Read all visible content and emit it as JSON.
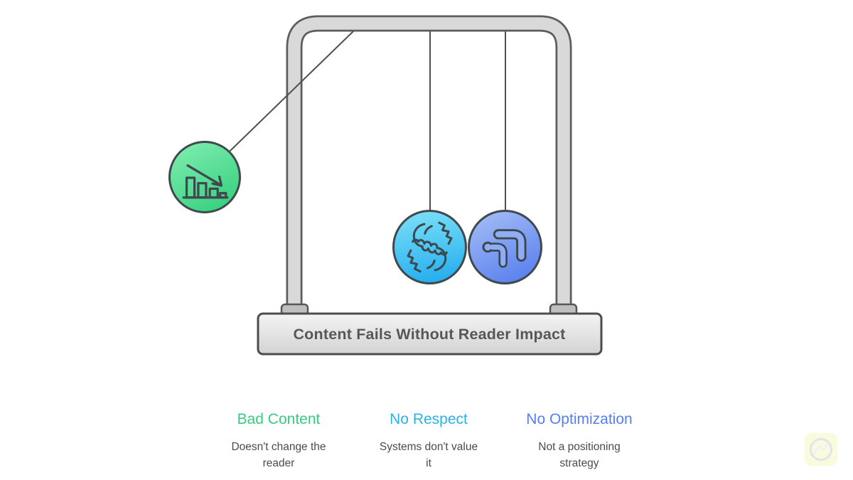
{
  "canvas": {
    "background": "#ffffff"
  },
  "cradle": {
    "base_title": "Content Fails Without Reader Impact",
    "frame_fill": "#d9d9d9",
    "frame_outline": "#5d5d5d",
    "string_color": "#4f4f4f",
    "base_fill_top": "#f4f4f4",
    "base_fill_bottom": "#d3d3d3",
    "balls": [
      {
        "name": "bad-content",
        "icon": "declining-bar-chart-icon",
        "color_light": "#7cecad",
        "color_dark": "#3ad181"
      },
      {
        "name": "no-respect",
        "icon": "handshake-icon",
        "color_light": "#7adff8",
        "color_dark": "#27afee"
      },
      {
        "name": "no-optimization",
        "icon": "pivot-arrows-icon",
        "color_light": "#a3bcf6",
        "color_dark": "#5a81ee"
      }
    ]
  },
  "labels": {
    "columns": [
      {
        "heading": "Bad Content",
        "subtext": "Doesn't change the reader",
        "color": "#3bc981"
      },
      {
        "heading": "No Respect",
        "subtext": "Systems don't value it",
        "color": "#2cb2e8"
      },
      {
        "heading": "No Optimization",
        "subtext": "Not a positioning strategy",
        "color": "#577ef1"
      }
    ]
  },
  "watermark": {
    "icon": "trend-chart-logo-icon",
    "background": "#fafadd"
  }
}
